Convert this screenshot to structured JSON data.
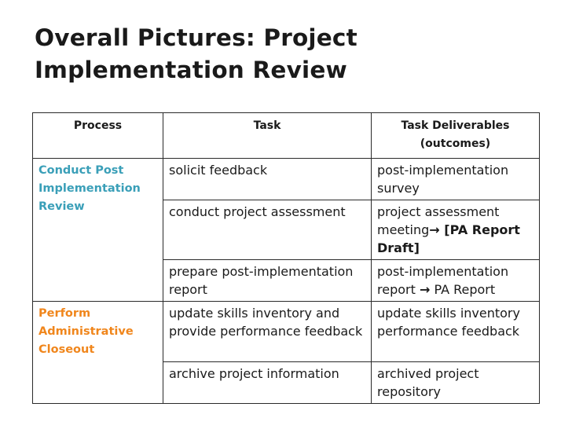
{
  "title": {
    "line1": "Overall Pictures: Project",
    "line2": "Implementation Review"
  },
  "colors": {
    "process_1": "#3a9fb8",
    "process_2": "#f0861c",
    "text": "#1a1a1a",
    "border": "#2a2a2a"
  },
  "table": {
    "headers": {
      "process": "Process",
      "task": "Task",
      "deliverables": "Task Deliverables (outcomes)"
    },
    "groups": [
      {
        "process": "Conduct Post Implementation Review",
        "rows": [
          {
            "task": "solicit feedback",
            "deliverable": "post-implementation survey"
          },
          {
            "task": "conduct project assessment",
            "deliverable": "project assessment meeting",
            "deliverable_arrow": "→",
            "deliverable_bold": " [PA Report Draft]"
          },
          {
            "task": "prepare post-implementation report",
            "deliverable": "post-implementation report ",
            "deliverable_arrow": "→",
            "deliverable_tail": " PA Report"
          }
        ]
      },
      {
        "process": "Perform Administrative Closeout",
        "rows": [
          {
            "task": "update skills inventory and provide performance feedback",
            "deliverable": "update skills inventory performance feedback"
          },
          {
            "task": "archive project information",
            "deliverable": "archived project repository"
          }
        ]
      }
    ]
  }
}
